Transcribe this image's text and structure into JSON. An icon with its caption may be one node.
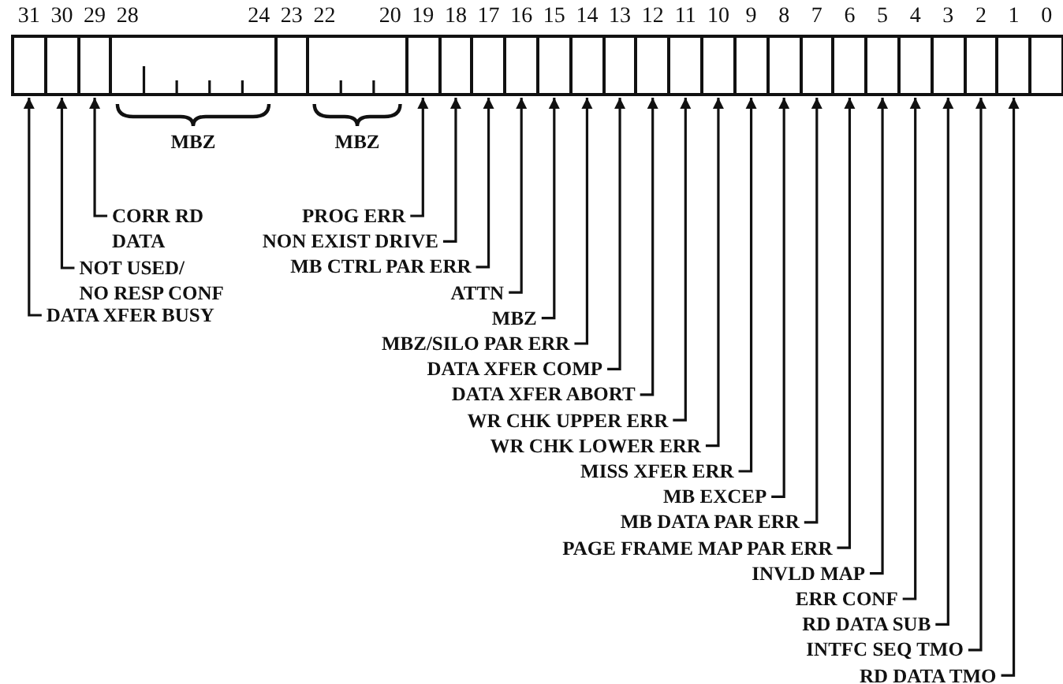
{
  "diagram": {
    "nodes": [
      {
        "text": [],
        "shape": "box",
        "beside": [
          "31"
        ]
      },
      {
        "text": [],
        "shape": "box",
        "beside": [
          "30"
        ]
      },
      {
        "text": [],
        "shape": "box",
        "beside": [
          "29"
        ]
      },
      {
        "text": [],
        "shape": "box",
        "beside": [
          "28",
          "24"
        ]
      },
      {
        "text": [],
        "shape": "box",
        "beside": [
          "23"
        ]
      },
      {
        "text": [],
        "shape": "box",
        "beside": [
          "22",
          "20"
        ]
      },
      {
        "text": [],
        "shape": "box",
        "beside": [
          "19"
        ]
      },
      {
        "text": [],
        "shape": "box",
        "beside": [
          "18"
        ]
      },
      {
        "text": [],
        "shape": "box",
        "beside": [
          "17"
        ]
      },
      {
        "text": [],
        "shape": "box",
        "beside": [
          "16"
        ]
      },
      {
        "text": [],
        "shape": "box",
        "beside": [
          "15"
        ]
      },
      {
        "text": [],
        "shape": "box",
        "beside": [
          "14"
        ]
      },
      {
        "text": [],
        "shape": "box",
        "beside": [
          "13"
        ]
      },
      {
        "text": [],
        "shape": "box",
        "beside": [
          "12"
        ]
      },
      {
        "text": [],
        "shape": "box",
        "beside": [
          "11"
        ]
      },
      {
        "text": [],
        "shape": "box",
        "beside": [
          "10"
        ]
      },
      {
        "text": [],
        "shape": "box",
        "beside": [
          "9"
        ]
      },
      {
        "text": [],
        "shape": "box",
        "beside": [
          "8"
        ]
      },
      {
        "text": [],
        "shape": "box",
        "beside": [
          "7"
        ]
      },
      {
        "text": [],
        "shape": "box",
        "beside": [
          "6"
        ]
      },
      {
        "text": [],
        "shape": "box",
        "beside": [
          "5"
        ]
      },
      {
        "text": [],
        "shape": "box",
        "beside": [
          "4"
        ]
      },
      {
        "text": [],
        "shape": "box",
        "beside": [
          "3"
        ]
      },
      {
        "text": [],
        "shape": "box",
        "beside": [
          "2"
        ]
      },
      {
        "text": [],
        "shape": "box",
        "beside": [
          "1"
        ]
      },
      {
        "text": [],
        "shape": "box",
        "beside": [
          "0"
        ]
      },
      {
        "text": [
          "DATA XFER BUSY"
        ]
      },
      {
        "text": [
          "NOT USED/ NO RESP CONF"
        ]
      },
      {
        "text": [
          "CORR RD DATA"
        ]
      },
      {
        "text": [
          "PROG ERR"
        ]
      },
      {
        "text": [
          "NON EXIST DRIVE"
        ]
      },
      {
        "text": [
          "MB CTRL PAR ERR"
        ]
      },
      {
        "text": [
          "ATTN"
        ]
      },
      {
        "text": [
          "MBZ"
        ]
      },
      {
        "text": [
          "MBZ/SILO PAR ERR"
        ]
      },
      {
        "text": [
          "DATA XFER COMP"
        ]
      },
      {
        "text": [
          "DATA XFER ABORT"
        ]
      },
      {
        "text": [
          "WR CHK UPPER ERR"
        ]
      },
      {
        "text": [
          "WR CHK LOWER ERR"
        ]
      },
      {
        "text": [
          "MISS XFER ERR"
        ]
      },
      {
        "text": [
          "MB EXCEP"
        ]
      },
      {
        "text": [
          "MB DATA PAR ERR"
        ]
      },
      {
        "text": [
          "PAGE FRAME MAP PAR ERR"
        ]
      },
      {
        "text": [
          "INVLD MAP"
        ]
      },
      {
        "text": [
          "ERR CONF"
        ]
      },
      {
        "text": [
          "RD DATA SUB"
        ]
      },
      {
        "text": [
          "INTFC SEQ TMO"
        ]
      },
      {
        "text": [
          "RD DATA TMO"
        ]
      }
    ],
    "edges": [
      {
        "from": 26,
        "to": 0,
        "arrow": "to"
      },
      {
        "from": 27,
        "to": 1,
        "arrow": "to"
      },
      {
        "from": 28,
        "to": 2,
        "arrow": "to"
      },
      {
        "from": 29,
        "to": 6,
        "arrow": "to"
      },
      {
        "from": 30,
        "to": 7,
        "arrow": "to"
      },
      {
        "from": 31,
        "to": 8,
        "arrow": "to"
      },
      {
        "from": 32,
        "to": 9,
        "arrow": "to"
      },
      {
        "from": 33,
        "to": 10,
        "arrow": "to"
      },
      {
        "from": 34,
        "to": 11,
        "arrow": "to"
      },
      {
        "from": 35,
        "to": 12,
        "arrow": "to"
      },
      {
        "from": 36,
        "to": 13,
        "arrow": "to"
      },
      {
        "from": 37,
        "to": 14,
        "arrow": "to"
      },
      {
        "from": 38,
        "to": 15,
        "arrow": "to"
      },
      {
        "from": 39,
        "to": 16,
        "arrow": "to"
      },
      {
        "from": 40,
        "to": 17,
        "arrow": "to"
      },
      {
        "from": 41,
        "to": 18,
        "arrow": "to"
      },
      {
        "from": 42,
        "to": 19,
        "arrow": "to"
      },
      {
        "from": 43,
        "to": 20,
        "arrow": "to"
      },
      {
        "from": 44,
        "to": 21,
        "arrow": "to"
      },
      {
        "from": 45,
        "to": 22,
        "arrow": "to"
      },
      {
        "from": 46,
        "to": 23,
        "arrow": "to"
      },
      {
        "from": 47,
        "to": 24,
        "arrow": "to"
      }
    ],
    "labels": [
      "MBZ",
      "MBZ"
    ]
  }
}
